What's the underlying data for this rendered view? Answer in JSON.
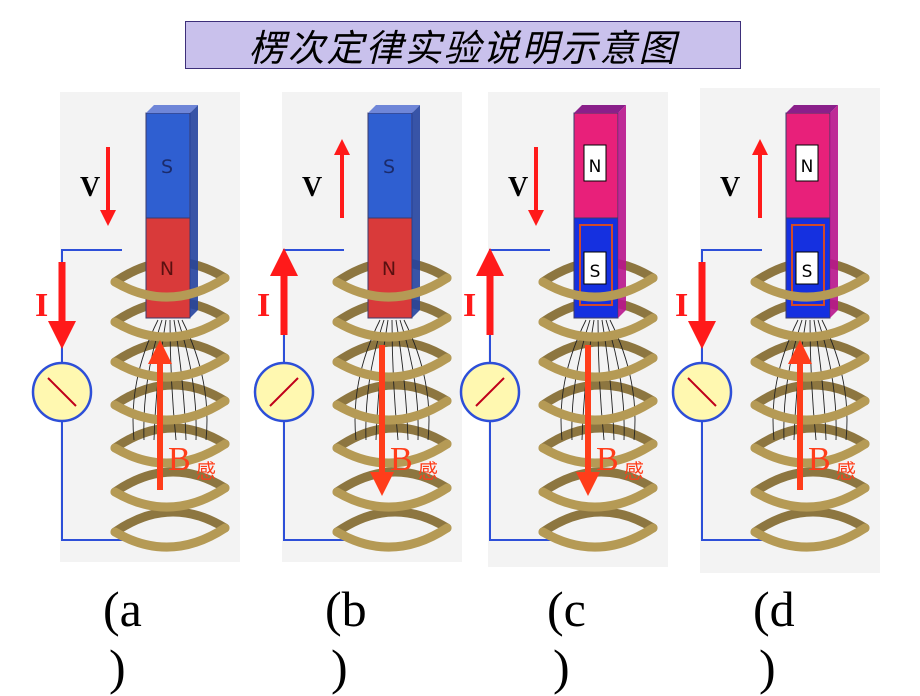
{
  "title": "楞次定律实验说明示意图",
  "panels": [
    {
      "id": "a",
      "caption_open": "(a",
      "caption_close": ")",
      "magnet_top_pole": "S",
      "magnet_bottom_pole": "N",
      "magnet_top_color": "#2f5fd1",
      "magnet_bottom_color": "#d93a3a",
      "velocity_label": "V",
      "velocity_direction": "down",
      "current_label": "I",
      "current_direction": "down",
      "induced_field_label": "B",
      "induced_field_subscript": "感",
      "induced_field_direction": "up",
      "meter_needle": "left"
    },
    {
      "id": "b",
      "caption_open": "(b",
      "caption_close": ")",
      "magnet_top_pole": "S",
      "magnet_bottom_pole": "N",
      "magnet_top_color": "#2f5fd1",
      "magnet_bottom_color": "#d93a3a",
      "velocity_label": "V",
      "velocity_direction": "up",
      "current_label": "I",
      "current_direction": "up",
      "induced_field_label": "B",
      "induced_field_subscript": "感",
      "induced_field_direction": "down",
      "meter_needle": "right"
    },
    {
      "id": "c",
      "caption_open": "(c",
      "caption_close": ")",
      "magnet_top_pole": "N",
      "magnet_bottom_pole": "S",
      "magnet_top_color": "#e8207a",
      "magnet_bottom_color": "#1530e0",
      "velocity_label": "V",
      "velocity_direction": "down",
      "current_label": "I",
      "current_direction": "up",
      "induced_field_label": "B",
      "induced_field_subscript": "感",
      "induced_field_direction": "down",
      "meter_needle": "right"
    },
    {
      "id": "d",
      "caption_open": "(d",
      "caption_close": ")",
      "magnet_top_pole": "N",
      "magnet_bottom_pole": "S",
      "magnet_top_color": "#e8207a",
      "magnet_bottom_color": "#1530e0",
      "velocity_label": "V",
      "velocity_direction": "up",
      "current_label": "I",
      "current_direction": "down",
      "induced_field_label": "B",
      "induced_field_subscript": "感",
      "induced_field_direction": "up",
      "meter_needle": "left"
    }
  ],
  "colors": {
    "title_background": "#c9c1ec",
    "arrow": "#ff1a1a",
    "induced_field": "#ff3d1a",
    "wire": "#2d4fd8",
    "coil": "#b59a55",
    "meter_face": "#fff8b0",
    "panel_background": "#f3f3f3"
  }
}
